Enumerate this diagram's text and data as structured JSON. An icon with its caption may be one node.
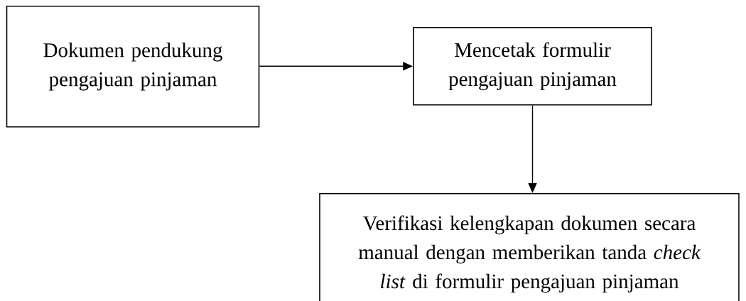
{
  "diagram": {
    "nodes": [
      {
        "text": [
          "Dokumen pendukung pengajuan pinjaman"
        ]
      },
      {
        "text": [
          "Mencetak formulir pengajuan pinjaman"
        ]
      },
      {
        "text": [
          "Verifikasi kelengkapan dokumen secara manual dengan memberikan tanda *check list* di formulir pengajuan pinjaman"
        ]
      }
    ],
    "edges": [
      {
        "from": 0,
        "to": 1,
        "arrow": "to"
      },
      {
        "from": 1,
        "to": 2,
        "arrow": "to"
      }
    ]
  }
}
